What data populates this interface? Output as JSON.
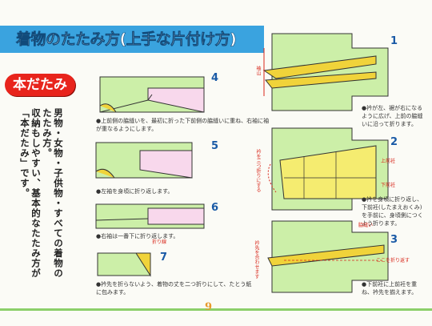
{
  "header": {
    "title": "着物のたたみ方(上手な片付け方)"
  },
  "badge": {
    "label": "本だたみ"
  },
  "intro": {
    "col1": "男物・女物・子供物・すべての着物の",
    "col2": "たたみ方。",
    "col3": "収納もしやすい、基本的なたたみ方が",
    "col4": "「本だたみ」です。"
  },
  "steps": [
    {
      "num": "1",
      "caption": "●衿が左、裾が右になるように広げ、上前の脇縫いに沿って折ります。"
    },
    {
      "num": "2",
      "caption": "●衿を身頃に折り返し、下前衽(したまえおくみ)を手前に、身頃側につくよう折ります。"
    },
    {
      "num": "3",
      "caption": "●下前衽に上前衽を重ね、衿先を揃えます。"
    },
    {
      "num": "4",
      "caption": "●上前側の脇縫いを、最初に折った下前側の脇縫いに重ね、右袖に袖が重なるようにします。"
    },
    {
      "num": "5",
      "caption": "●左袖を身頃に折り返します。"
    },
    {
      "num": "6",
      "caption": "●右袖は一番下に折り返します。"
    },
    {
      "num": "7",
      "caption": "●衿先を折らないよう、着物の丈を二つ折りにして、たとう紙に包みます。"
    }
  ],
  "labels": {
    "sode": "袖山",
    "eri_fold": "衿を三つ折りにする",
    "uwamae": "上前衽",
    "shitamae": "下前衽",
    "wakinui": "脇縫い",
    "eri_awase": "衿先を合わせます",
    "koko": "ここを折り返す",
    "orisen": "折り線"
  },
  "footer": {
    "page": "9"
  }
}
